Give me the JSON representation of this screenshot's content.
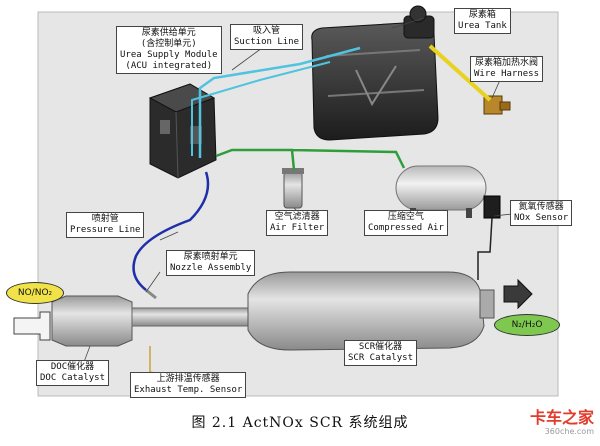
{
  "labels": {
    "urea_tank_zh": "尿素箱",
    "urea_tank_en": "Urea Tank",
    "suction_line_zh": "吸入管",
    "suction_line_en": "Suction Line",
    "supply_zh1": "尿素供给单元",
    "supply_zh2": "(含控制单元)",
    "supply_en1": "Urea Supply Module",
    "supply_en2": "(ACU integrated)",
    "wire_zh": "尿素箱加热水阀",
    "wire_en": "Wire Harness",
    "pressure_zh": "喷射管",
    "pressure_en": "Pressure Line",
    "filter_zh": "空气滤清器",
    "filter_en": "Air Filter",
    "compressed_zh": "压缩空气",
    "compressed_en": "Compressed Air",
    "nox_zh": "氮氧传感器",
    "nox_en": "NOx Sensor",
    "nozzle_zh": "尿素喷射单元",
    "nozzle_en": "Nozzle Assembly",
    "scr_zh": "SCR催化器",
    "scr_en": "SCR Catalyst",
    "doc_zh": "DOC催化器",
    "doc_en": "DOC Catalyst",
    "temp_zh": "上游排温传感器",
    "temp_en": "Exhaust Temp. Sensor",
    "inlet_gas": "NO/NO₂",
    "outlet_gas": "N₂/H₂O"
  },
  "caption": "图 2.1  ActNOx SCR 系统组成",
  "watermark": {
    "main": "卡车之家",
    "sub": "360che.com"
  },
  "colors": {
    "background_panel": "#e6e6e6",
    "suction_line": "#4fc3e0",
    "pressure_line": "#1f2fa8",
    "air_line": "#2f9e3a",
    "wire_harness": "#e8d21e",
    "inlet_oval": "#f2e24a",
    "outlet_oval": "#7ec850"
  }
}
